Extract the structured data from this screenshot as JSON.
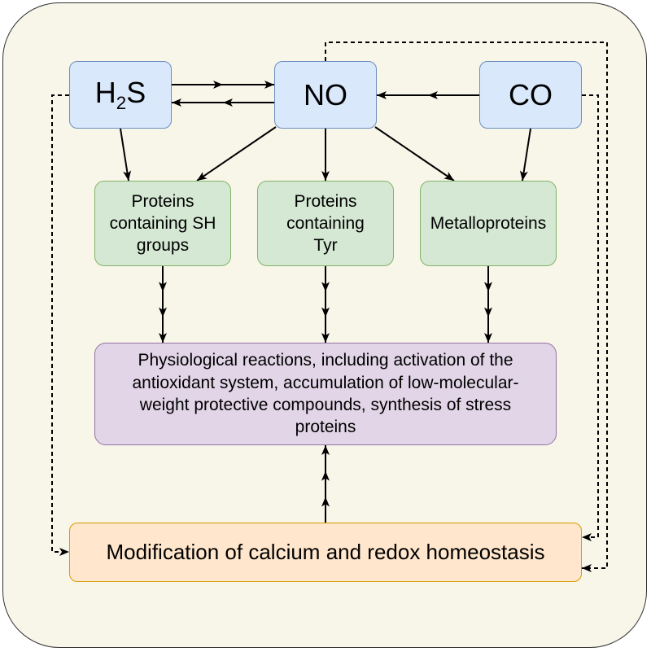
{
  "nodes": {
    "h2s": {
      "prefix": "H",
      "sub": "2",
      "suffix": "S"
    },
    "no": {
      "label": "NO"
    },
    "co": {
      "label": "CO"
    },
    "sh_proteins": {
      "label": "Proteins containing SH groups"
    },
    "tyr_proteins": {
      "label": "Proteins containing Tyr"
    },
    "metalloproteins": {
      "label": "Metalloproteins"
    },
    "physiological": {
      "label": "Physiological reactions, including activation of the antioxidant system, accumulation of low-molecular-weight protective compounds, synthesis of stress proteins"
    },
    "homeostasis": {
      "label": "Modification of calcium and redox homeostasis"
    }
  },
  "colors": {
    "background": "#f8f5e9",
    "gas_fill": "#dae8fc",
    "gas_stroke": "#6c8ebf",
    "protein_fill": "#d5e8d4",
    "protein_stroke": "#82b366",
    "physiological_fill": "#e1d5e7",
    "physiological_stroke": "#9673a6",
    "homeostasis_fill": "#ffe6cc",
    "homeostasis_stroke": "#d79b00",
    "arrow": "#000000"
  },
  "edges": [
    {
      "from": "h2s",
      "to": "no",
      "style": "solid",
      "arrowheads": 2
    },
    {
      "from": "no",
      "to": "h2s",
      "style": "solid",
      "arrowheads": 2
    },
    {
      "from": "co",
      "to": "no",
      "style": "solid",
      "arrowheads": 2
    },
    {
      "from": "h2s",
      "to": "sh_proteins",
      "style": "solid",
      "arrowheads": 1
    },
    {
      "from": "no",
      "to": "sh_proteins",
      "style": "solid",
      "arrowheads": 1
    },
    {
      "from": "no",
      "to": "tyr_proteins",
      "style": "solid",
      "arrowheads": 1
    },
    {
      "from": "no",
      "to": "metalloproteins",
      "style": "solid",
      "arrowheads": 1
    },
    {
      "from": "co",
      "to": "metalloproteins",
      "style": "solid",
      "arrowheads": 1
    },
    {
      "from": "sh_proteins",
      "to": "physiological",
      "style": "solid",
      "arrowheads": 3
    },
    {
      "from": "tyr_proteins",
      "to": "physiological",
      "style": "solid",
      "arrowheads": 3
    },
    {
      "from": "metalloproteins",
      "to": "physiological",
      "style": "solid",
      "arrowheads": 3
    },
    {
      "from": "homeostasis",
      "to": "physiological",
      "style": "solid",
      "arrowheads": 3
    },
    {
      "from": "h2s",
      "to": "homeostasis",
      "style": "dashed",
      "arrowheads": 1
    },
    {
      "from": "no",
      "to": "homeostasis",
      "style": "dashed",
      "arrowheads": 1
    },
    {
      "from": "co",
      "to": "homeostasis",
      "style": "dashed",
      "arrowheads": 1
    }
  ]
}
